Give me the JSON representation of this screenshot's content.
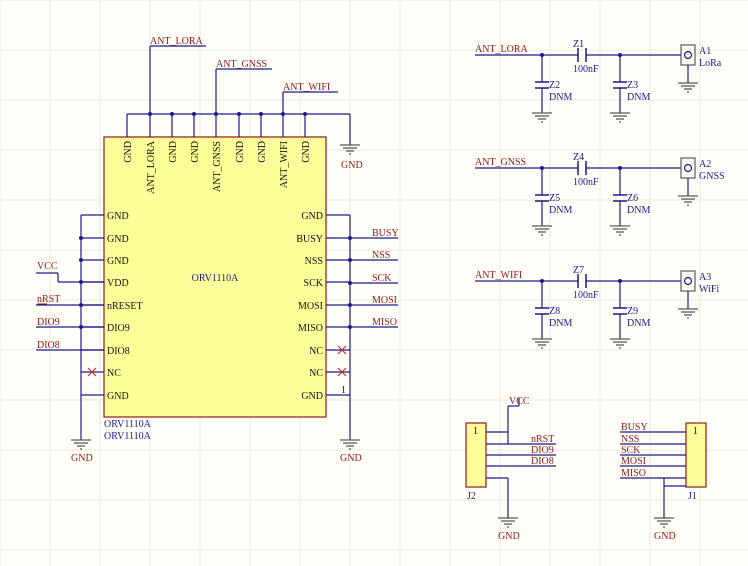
{
  "ic": {
    "name": "ORV1110A",
    "sub1": "ORV1110A",
    "sub2": "ORV1110A",
    "top_pins": [
      "GND",
      "ANT_LORA",
      "GND",
      "GND",
      "ANT_GNSS",
      "GND",
      "GND",
      "ANT_WIFI",
      "GND"
    ],
    "left_pins": [
      "GND",
      "GND",
      "GND",
      "VDD",
      "nRESET",
      "DIO9",
      "DIO8",
      "NC",
      "GND"
    ],
    "right_pins": [
      "GND",
      "BUSY",
      "NSS",
      "SCK",
      "MOSI",
      "MISO",
      "NC",
      "NC",
      "GND"
    ],
    "pin_one": "1"
  },
  "nets": {
    "ant_lora": "ANT_LORA",
    "ant_gnss": "ANT_GNSS",
    "ant_wifi": "ANT_WIFI",
    "vcc": "VCC",
    "nrst": "nRST",
    "dio9": "DIO9",
    "dio8": "DIO8",
    "busy": "BUSY",
    "nss": "NSS",
    "sck": "SCK",
    "mosi": "MOSI",
    "miso": "MISO",
    "gnd": "GND"
  },
  "rf": [
    {
      "net": "ANT_LORA",
      "series": "Z1",
      "series_val": "100nF",
      "shunt1": "Z2",
      "shunt1_val": "DNM",
      "shunt2": "Z3",
      "shunt2_val": "DNM",
      "ant": "A1",
      "ant_name": "LoRa"
    },
    {
      "net": "ANT_GNSS",
      "series": "Z4",
      "series_val": "100nF",
      "shunt1": "Z5",
      "shunt1_val": "DNM",
      "shunt2": "Z6",
      "shunt2_val": "DNM",
      "ant": "A2",
      "ant_name": "GNSS"
    },
    {
      "net": "ANT_WIFI",
      "series": "Z7",
      "series_val": "100nF",
      "shunt1": "Z8",
      "shunt1_val": "DNM",
      "shunt2": "Z9",
      "shunt2_val": "DNM",
      "ant": "A3",
      "ant_name": "WiFi"
    }
  ],
  "j2": {
    "ref": "J2",
    "pin1": "1",
    "nets": [
      "nRST",
      "DIO9",
      "DIO8"
    ],
    "vcc": "VCC",
    "gnd": "GND"
  },
  "j1": {
    "ref": "J1",
    "pin1": "1",
    "nets": [
      "BUSY",
      "NSS",
      "SCK",
      "MOSI",
      "MISO"
    ],
    "gnd": "GND"
  }
}
